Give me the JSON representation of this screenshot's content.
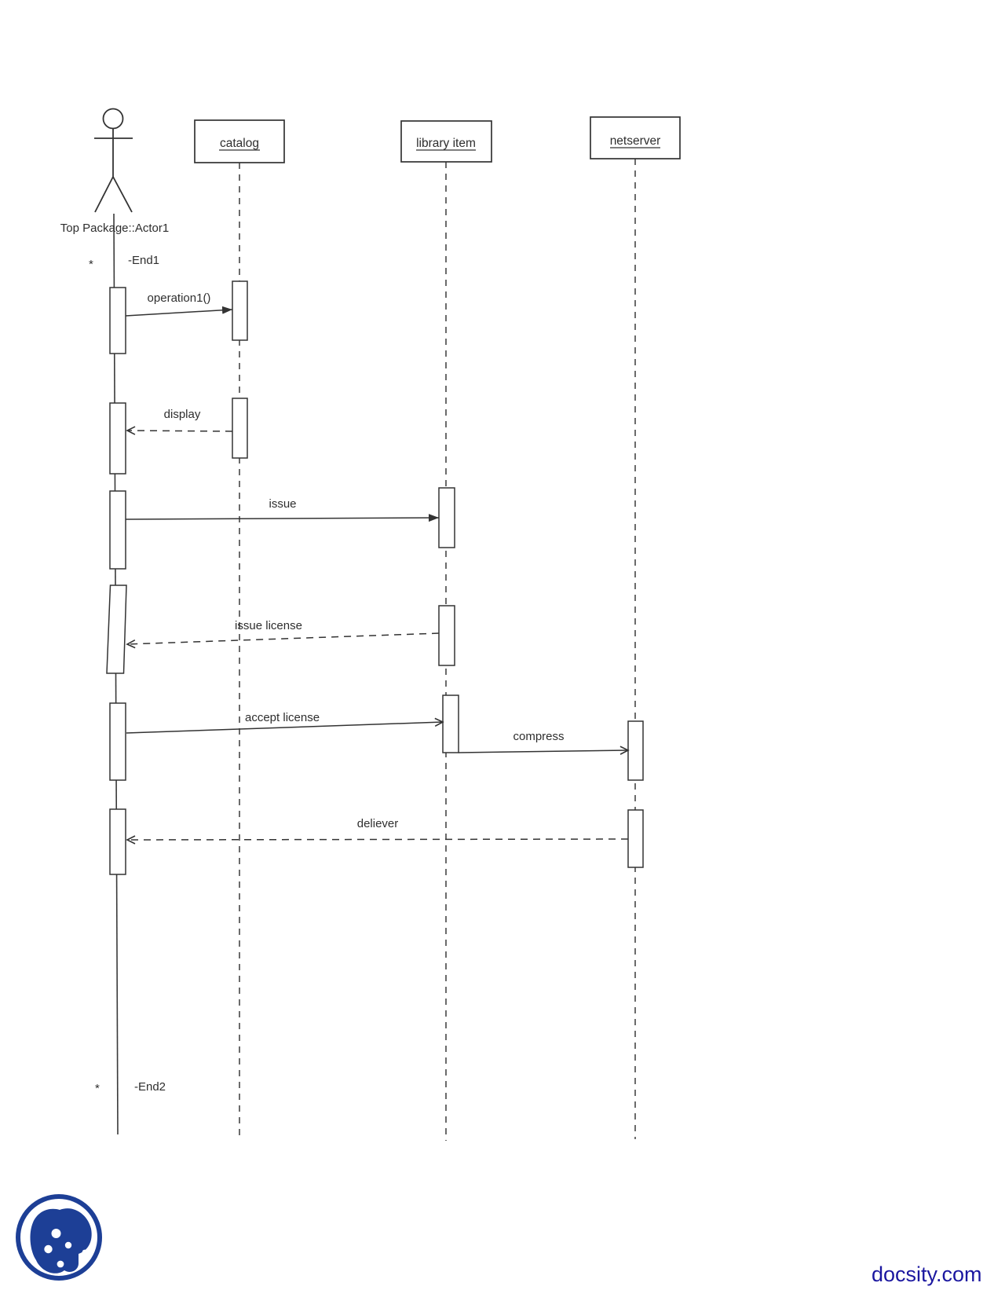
{
  "diagram": {
    "type": "uml-sequence-diagram",
    "actor": {
      "label": "Top Package::Actor1"
    },
    "lifelines": [
      {
        "label": "catalog"
      },
      {
        "label": "library item"
      },
      {
        "label": "netserver"
      }
    ],
    "messages": [
      {
        "label": "operation1()",
        "from": "actor",
        "to": "catalog",
        "line": "solid",
        "arrowhead": "filled"
      },
      {
        "label": "display",
        "from": "catalog",
        "to": "actor",
        "line": "dashed",
        "arrowhead": "open"
      },
      {
        "label": "issue",
        "from": "actor",
        "to": "library item",
        "line": "solid",
        "arrowhead": "filled"
      },
      {
        "label": "issue license",
        "from": "library item",
        "to": "actor",
        "line": "dashed",
        "arrowhead": "open"
      },
      {
        "label": "accept license",
        "from": "actor",
        "to": "library item",
        "line": "solid",
        "arrowhead": "open"
      },
      {
        "label": "compress",
        "from": "library item",
        "to": "netserver",
        "line": "solid",
        "arrowhead": "open"
      },
      {
        "label": "deliever",
        "from": "netserver",
        "to": "actor",
        "line": "dashed",
        "arrowhead": "open"
      }
    ],
    "annotations": {
      "end1_star": "*",
      "end1_label": "-End1",
      "end2_star": "*",
      "end2_label": "-End2"
    },
    "colors": {
      "line": "#333333",
      "text": "#2e2e2e",
      "background": "#ffffff",
      "logo_blue": "#1d3f96",
      "brand_navy": "#1b17a0"
    }
  },
  "footer": {
    "brand": "docsity.com",
    "logo": "docsity-logo"
  }
}
